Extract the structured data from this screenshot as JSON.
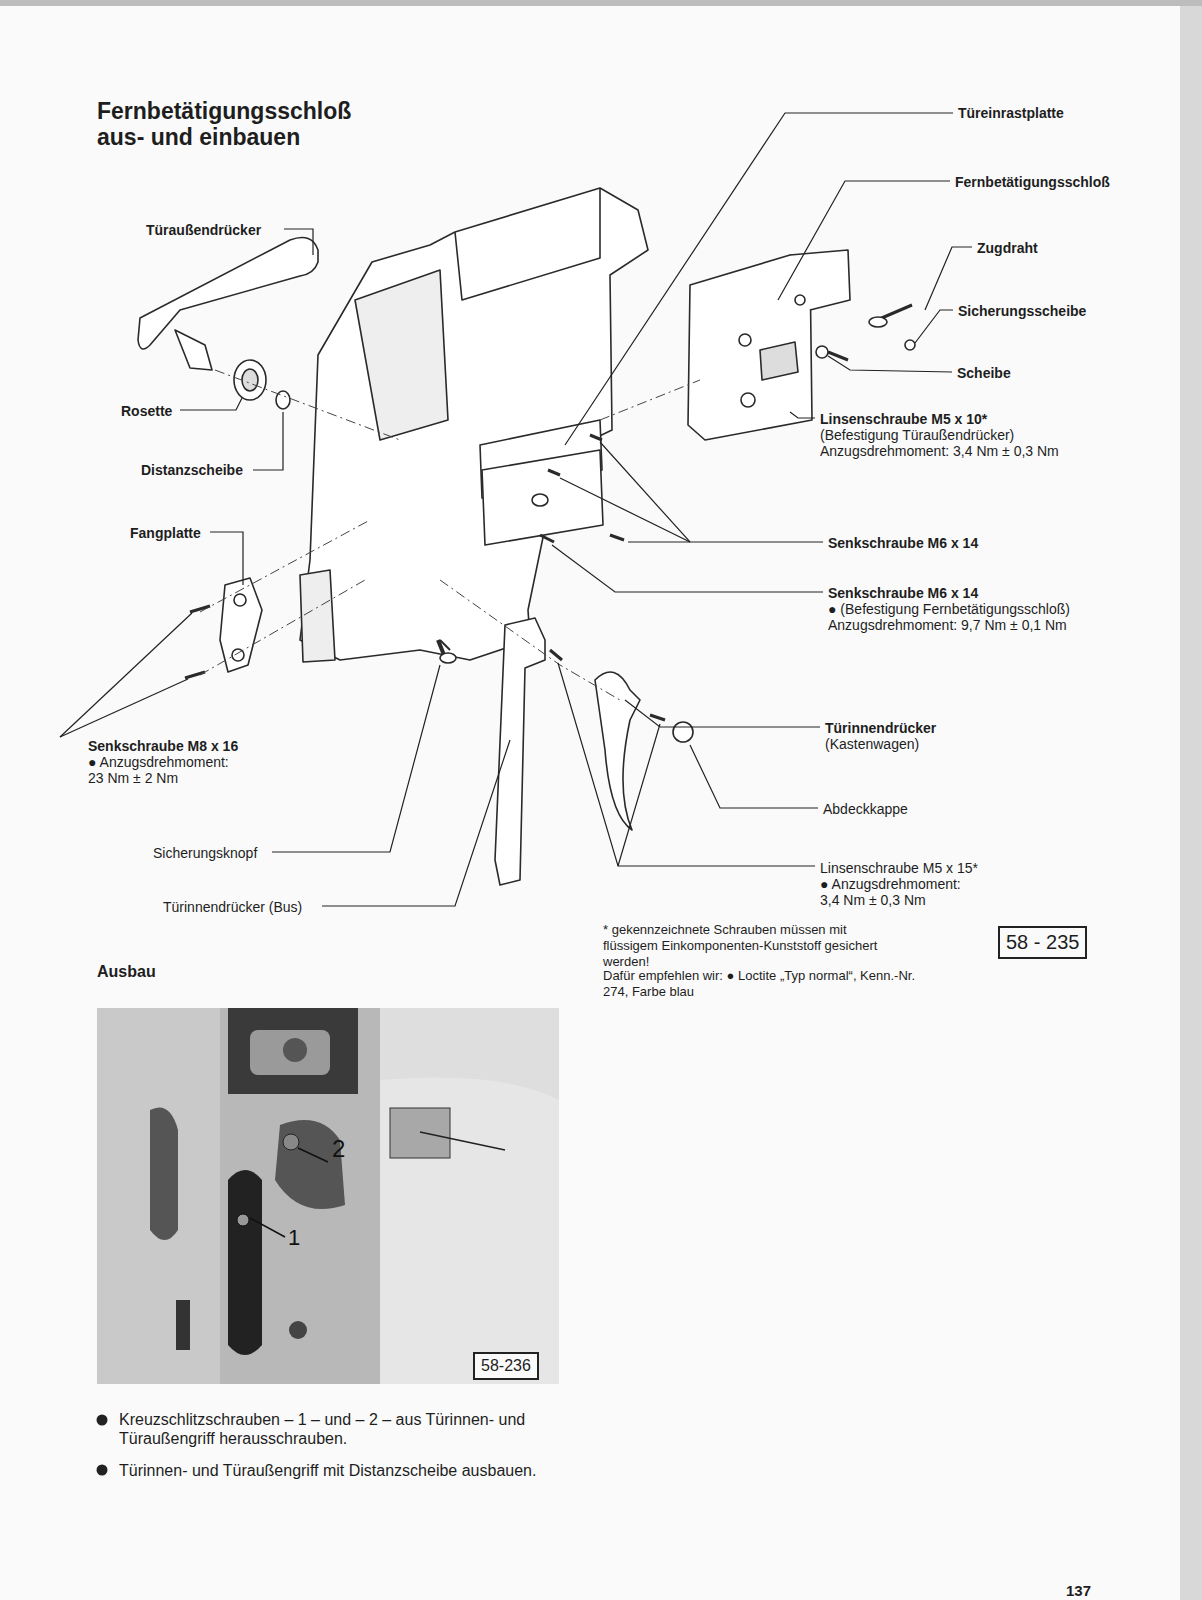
{
  "diagram": {
    "title": "Fernbetätigungsschloß aus- und einbauen",
    "nodes": [
      {
        "text": [
          "58 - 235"
        ]
      },
      {
        "text": [
          "58-236"
        ]
      }
    ],
    "labels": [
      "Türaußendrücker",
      "Rosette",
      "Distanzscheibe",
      "Fangplatte",
      "Senkschraube M8 x 16",
      "● Anzugsdrehmoment:",
      "23 Nm ± 2 Nm",
      "Sicherungsknopf",
      "Türinnendrücker (Bus)",
      "Türeinrastplatte",
      "Fernbetätigungsschloß",
      "Zugdraht",
      "Sicherungsscheibe",
      "Scheibe",
      "Linsenschraube M5 x 10*",
      "(Befestigung Türaußendrücker)",
      "Anzugsdrehmoment: 3,4 Nm ± 0,3 Nm",
      "Senkschraube M6 x 14",
      "Senkschraube M6 x 14",
      "● (Befestigung Fernbetätigungsschloß)",
      "Anzugsdrehmoment: 9,7 Nm ± 0,1 Nm",
      "Türinnendrücker",
      "(Kastenwagen)",
      "Abdeckkappe",
      "Linsenschraube M5 x 15*",
      "● Anzugsdrehmoment:",
      "3,4 Nm ± 0,3 Nm",
      "* gekennzeichnete Schrauben müssen mit flüssigem Einkomponenten-Kunststoff gesichert werden!",
      "Dafür empfehlen wir: ● Loctite „Typ normal“, Kenn.-Nr. 274, Farbe blau",
      "Ausbau",
      "1",
      "2",
      "Kreuzschlitzschrauben – 1 – und – 2 – aus Türinnen- und Türaußengriff herausschrauben.",
      "Türinnen- und Türaußengriff mit Distanzscheibe ausbauen.",
      "137"
    ]
  }
}
